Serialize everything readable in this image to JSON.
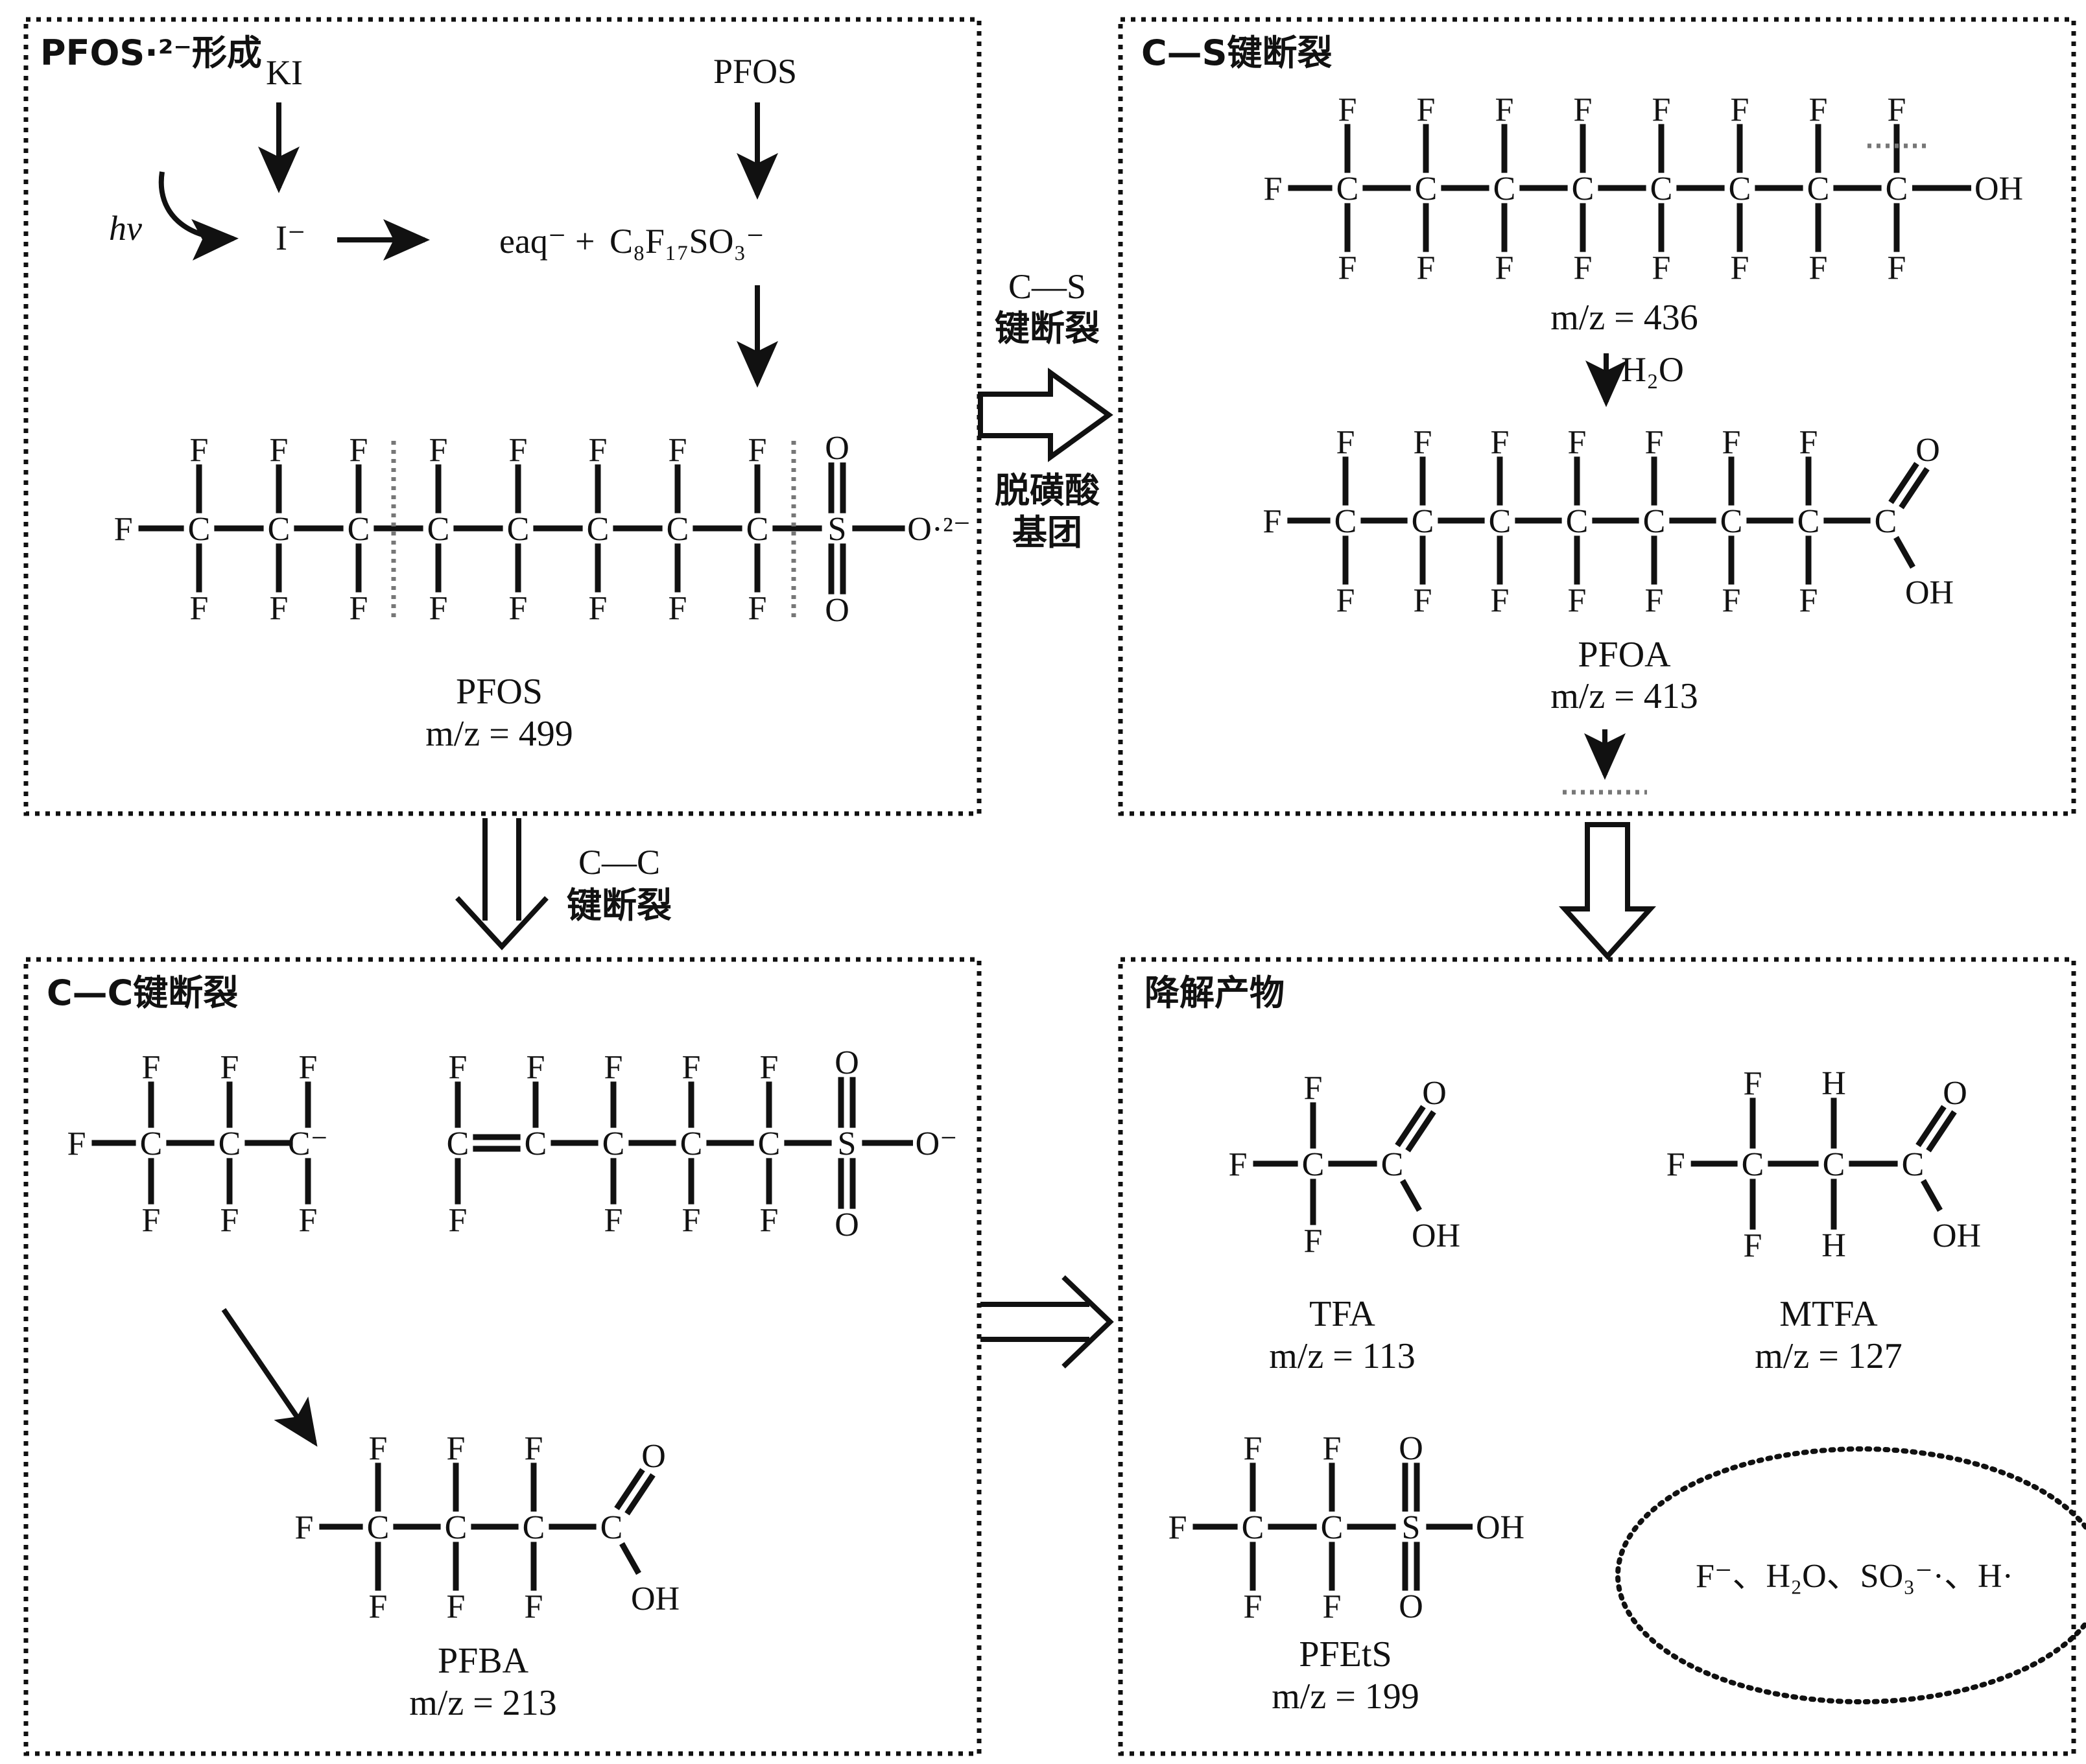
{
  "boxes": {
    "pfos_formation": "PFOS·²⁻形成",
    "cs_cleavage": "C—S键断裂",
    "cc_cleavage": "C—C键断裂",
    "products": "降解产物"
  },
  "arrows": {
    "cs_line1": "C—S",
    "cs_line2": "键断裂",
    "desulf_line1": "脱磺酸",
    "desulf_line2": "基团",
    "cc_line1": "C—C",
    "cc_line2": "键断裂",
    "h2o": "H₂O"
  },
  "reaction": {
    "ki": "KI",
    "pfos_top": "PFOS",
    "hv": "hν",
    "iodide": "I⁻",
    "eaq": "eaq⁻ +",
    "c8f17so3": "C₈F₁₇SO₃⁻"
  },
  "atoms": {
    "F": "F",
    "C": "C",
    "S": "S",
    "O": "O",
    "OH": "OH",
    "H": "H",
    "O_radical": "O·²⁻",
    "C_minus": "C⁻",
    "O_minus": "O⁻"
  },
  "compounds": {
    "pfos": {
      "name": "PFOS",
      "mz": "m/z = 499"
    },
    "c7oh": {
      "name": "",
      "mz": "m/z = 436"
    },
    "pfoa": {
      "name": "PFOA",
      "mz": "m/z = 413"
    },
    "pfba": {
      "name": "PFBA",
      "mz": "m/z = 213"
    },
    "tfa": {
      "name": "TFA",
      "mz": "m/z = 113"
    },
    "mtfa": {
      "name": "MTFA",
      "mz": "m/z = 127"
    },
    "pfets": {
      "name": "PFEtS",
      "mz": "m/z = 199"
    }
  },
  "byproducts": "F⁻、H₂O、SO₃⁻·、H·"
}
